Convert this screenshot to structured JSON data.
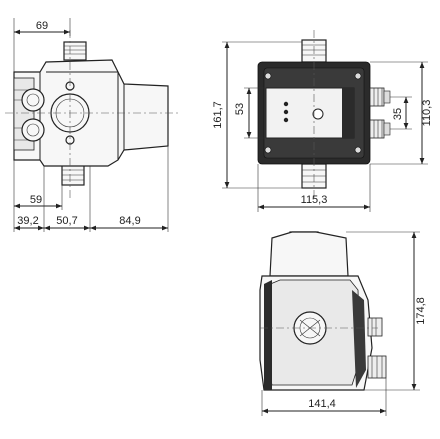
{
  "dimensions": {
    "left_view": {
      "top_width": "69",
      "inner_width": "59",
      "seg_a": "39,2",
      "seg_b": "50,7",
      "seg_c": "84,9"
    },
    "front_view": {
      "height_total": "161,7",
      "height_panel": "53",
      "height_right_outer": "110,3",
      "height_right_inner": "35",
      "width": "115,3"
    },
    "side_view": {
      "height": "174,8",
      "width": "141,4"
    }
  }
}
